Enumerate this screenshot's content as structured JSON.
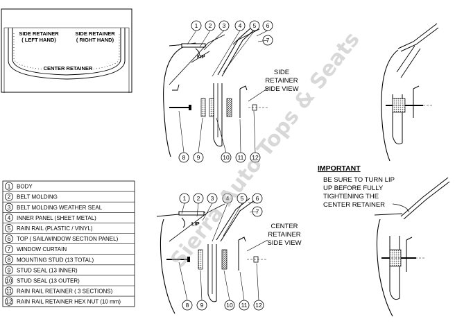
{
  "overview": {
    "side_left": [
      "SIDE RETAINER",
      "( LEFT HAND)"
    ],
    "side_right": [
      "SIDE RETAINER",
      "( RIGHT HAND)"
    ],
    "center": "CENTER RETAINER"
  },
  "top_diagram": {
    "lip_label": "LIP",
    "caption": [
      "SIDE",
      "RETAINER",
      "SIDE VIEW"
    ]
  },
  "bottom_diagram": {
    "lip_label": "LIP",
    "caption": [
      "CENTER",
      "RETAINER",
      "SIDE VIEW"
    ]
  },
  "callouts": [
    "1",
    "2",
    "3",
    "4",
    "5",
    "6",
    "7",
    "8",
    "9",
    "10",
    "11",
    "12"
  ],
  "legend": [
    {
      "num": "1",
      "text": "BODY"
    },
    {
      "num": "2",
      "text": "BELT MOLDING"
    },
    {
      "num": "3",
      "text": "BELT MOLDING WEATHER SEAL"
    },
    {
      "num": "4",
      "text": "INNER PANEL (SHEET METAL)"
    },
    {
      "num": "5",
      "text": "RAIN RAIL (PLASTIC /  VINYL)"
    },
    {
      "num": "6",
      "text": "TOP ( SAIL/WINDOW SECTION PANEL)"
    },
    {
      "num": "7",
      "text": "WINDOW CURTAIN"
    },
    {
      "num": "8",
      "text": "MOUNTING STUD (13 TOTAL)"
    },
    {
      "num": "9",
      "text": "STUD SEAL (13 INNER)"
    },
    {
      "num": "10",
      "text": "STUD SEAL (13 OUTER)"
    },
    {
      "num": "11",
      "text": "RAIN RAIL RETAINER ( 3 SECTIONS)"
    },
    {
      "num": "12",
      "text": "RAIN RAIL RETAINER HEX NUT (10 mm)"
    }
  ],
  "important": {
    "title": "IMPORTANT",
    "lines": [
      "BE SURE TO TURN LIP",
      "UP BEFORE FULLY",
      "TIGHTENING THE",
      "CENTER RETAINER"
    ]
  },
  "watermark": "Sierra Auto Tops & Seats"
}
